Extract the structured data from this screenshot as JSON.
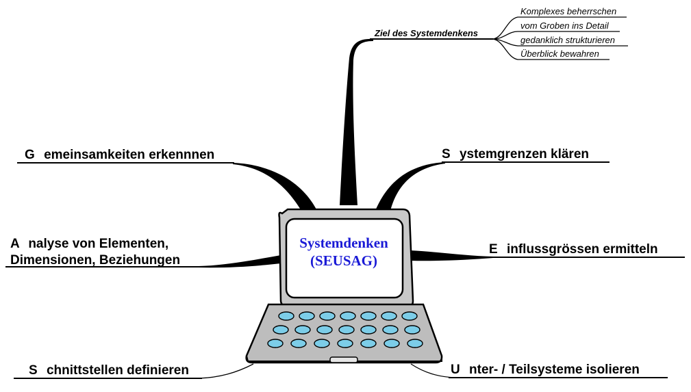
{
  "center": {
    "title": "Systemdenken",
    "subtitle": "(SEUSAG)"
  },
  "top_branch": {
    "label": "Ziel des Systemdenkens",
    "children": [
      "Komplexes beherrschen",
      "vom Groben ins Detail",
      "gedanklich strukturieren",
      "Überblick bewahren"
    ]
  },
  "branches": {
    "g": {
      "initial": "G",
      "rest": "emeinsamkeiten erkennnen"
    },
    "s_sys": {
      "initial": "S",
      "rest": "ystemgrenzen klären"
    },
    "a": {
      "initial": "A",
      "line1_rest": "nalyse von Elementen,",
      "line2": "Dimensionen, Beziehungen"
    },
    "e": {
      "initial": "E",
      "rest": "influssgrössen ermitteln"
    },
    "s_schnitt": {
      "initial": "S",
      "rest": "chnittstellen definieren"
    },
    "u": {
      "initial": "U",
      "rest": "nter- / Teilsysteme isolieren"
    }
  },
  "colors": {
    "center_text": "#1a1ad6",
    "keys": "#7ccde8",
    "keyboard": "#bdbdbd",
    "bezel": "#c8c8c8"
  }
}
